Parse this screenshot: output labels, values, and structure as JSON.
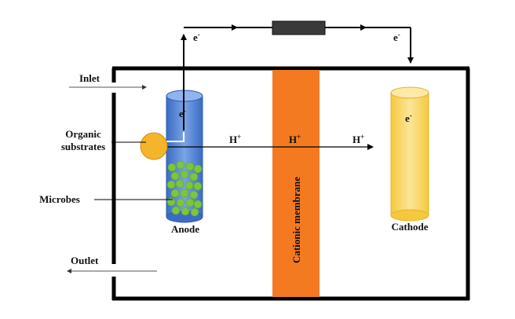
{
  "labels": {
    "inlet": "Inlet",
    "outlet": "Outlet",
    "organic_line1": "Organic",
    "organic_line2": "substrates",
    "microbes": "Microbes",
    "anode": "Anode",
    "cathode": "Cathode",
    "membrane": "Cationic membrane",
    "electron": "e",
    "electron_sup": "-",
    "proton": "H",
    "proton_sup": "+"
  },
  "colors": {
    "membrane": "#f47a22",
    "anode": "#4f7fd0",
    "cathode": "#f9d65a",
    "microbes": "#7cc63b",
    "substrate": "#f5b52a",
    "resistor": "#3a3a3a",
    "frame": "#000000"
  },
  "icons": {
    "resistor": "resistor-icon",
    "substrate": "substrate-circle-icon"
  }
}
